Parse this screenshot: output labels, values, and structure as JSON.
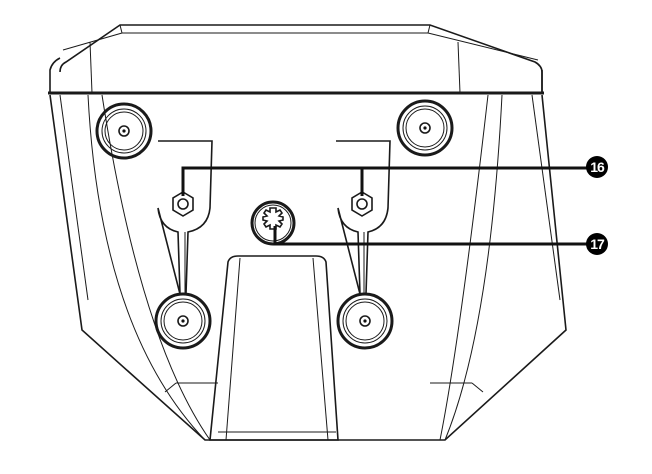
{
  "diagram": {
    "subject": "speaker bottom view",
    "callouts": [
      {
        "number": "16",
        "target": "mounting-screw-holes"
      },
      {
        "number": "17",
        "target": "center-socket-connector"
      }
    ]
  },
  "colors": {
    "line": "#1a1a1a",
    "badge_bg": "#000000",
    "badge_text": "#ffffff",
    "background": "#ffffff"
  }
}
